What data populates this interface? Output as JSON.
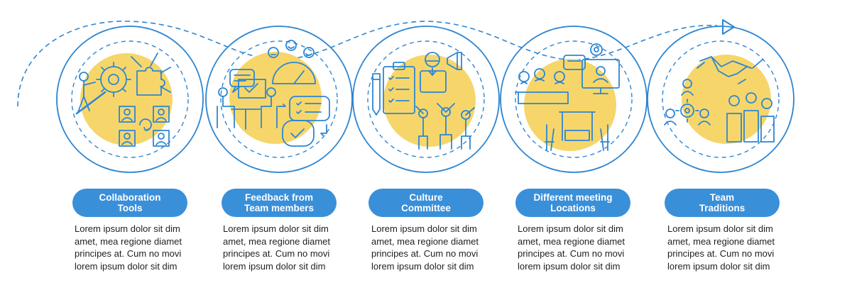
{
  "colors": {
    "outline": "#2d86d2",
    "accent": "#f6d66a",
    "pill": "#3a8fd9",
    "text": "#1f1f1f"
  },
  "steps": [
    {
      "title": "Collaboration\nTools",
      "description": "Lorem ipsum dolor sit dim\namet, mea regione diamet\nprincipes at. Cum no movi\nlorem ipsum dolor sit dim",
      "icon": "collaboration-tools-icon"
    },
    {
      "title": "Feedback from\nTeam members",
      "description": "Lorem ipsum dolor sit dim\namet, mea regione diamet\nprincipes at. Cum no movi\nlorem ipsum dolor sit dim",
      "icon": "feedback-icon"
    },
    {
      "title": "Culture\nCommittee",
      "description": "Lorem ipsum dolor sit dim\namet, mea regione diamet\nprincipes at. Cum no movi\nlorem ipsum dolor sit dim",
      "icon": "culture-committee-icon"
    },
    {
      "title": "Different meeting\nLocations",
      "description": "Lorem ipsum dolor sit dim\namet, mea regione diamet\nprincipes at. Cum no movi\nlorem ipsum dolor sit dim",
      "icon": "meeting-locations-icon"
    },
    {
      "title": "Team\nTraditions",
      "description": "Lorem ipsum dolor sit dim\namet, mea regione diamet\nprincipes at. Cum no movi\nlorem ipsum dolor sit dim",
      "icon": "team-traditions-icon"
    }
  ]
}
